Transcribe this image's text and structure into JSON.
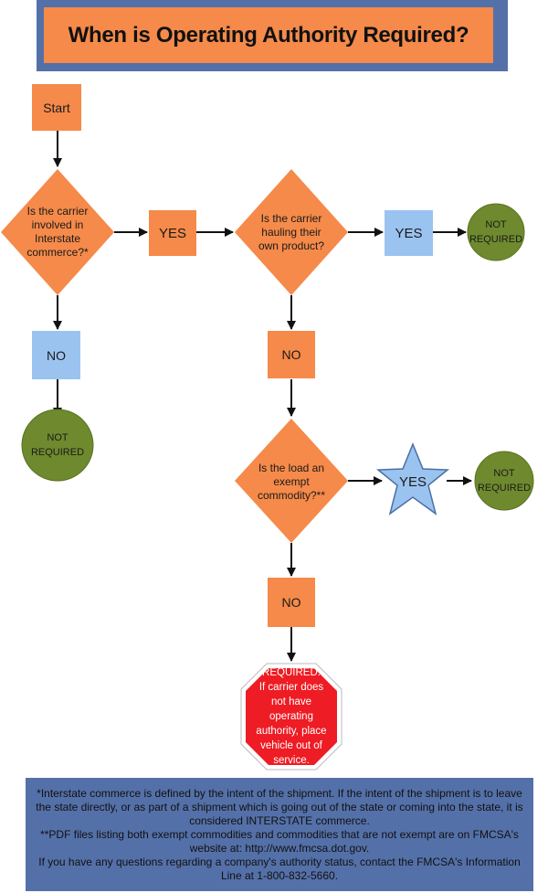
{
  "title": "When is Operating Authority Required?",
  "nodes": {
    "start": "Start",
    "q1": "Is the carrier involved in Interstate commerce?*",
    "yes1": "YES",
    "q2": "Is the carrier hauling their own product?",
    "yes2": "YES",
    "not_required_2": "NOT REQUIRED",
    "no1": "NO",
    "not_required_1": "NOT REQUIRED",
    "no2": "NO",
    "q3": "Is the load an exempt commodity?**",
    "yes3": "YES",
    "not_required_3": "NOT REQUIRED",
    "no3": "NO",
    "required": "REQUIRED.\nIf carrier does not have operating authority, place vehicle out of service."
  },
  "footer": {
    "note1": "*Interstate commerce is defined by the intent of the shipment.  If the intent of the shipment is to leave the state directly, or as part of a shipment which is going out of the state or coming into the state, it is considered INTERSTATE commerce.",
    "note2": "**PDF files listing both exempt commodities and commodities that are not exempt are on FMCSA's website at: http://www.fmcsa.dot.gov.",
    "note3": "If you have any questions regarding a company's authority status, contact the FMCSA's Information Line at 1-800-832-5660."
  },
  "colors": {
    "orange": "#f58a4a",
    "blue": "#9bc3ef",
    "green": "#6f8a2e",
    "red": "#ee1c24",
    "navy": "#5470a8"
  }
}
